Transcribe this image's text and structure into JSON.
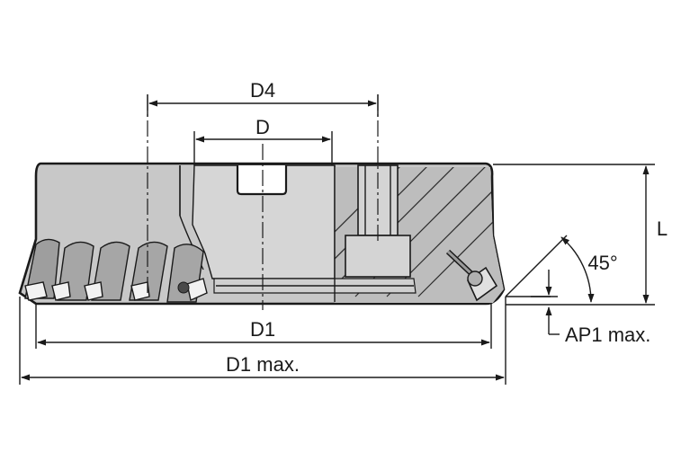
{
  "labels": {
    "d4": "D4",
    "d": "D",
    "l": "L",
    "angle": "45°",
    "d1": "D1",
    "d1_max": "D1 max.",
    "ap1_max": "AP1 max."
  },
  "colors": {
    "body_fill": "#c8c8c8",
    "body_dark": "#a8a8a8",
    "insert_fill": "#f2f2f2",
    "line": "#1a1a1a"
  }
}
